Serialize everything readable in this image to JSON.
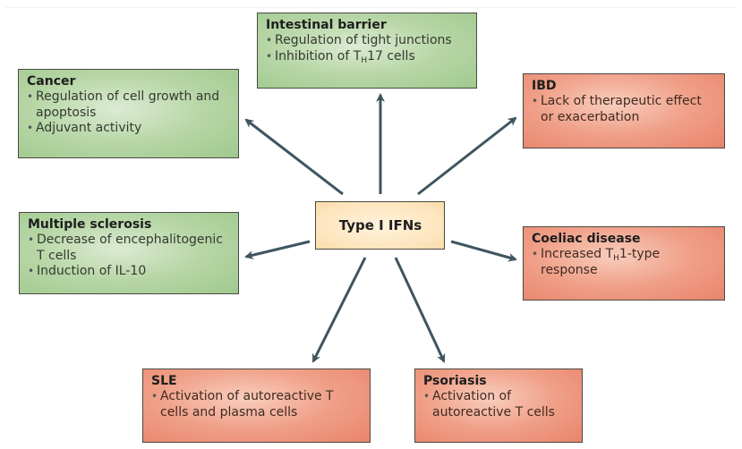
{
  "center": {
    "label": "Type I IFNs"
  },
  "nodes": {
    "intestinal": {
      "title": "Intestinal barrier",
      "effect": "beneficial",
      "items": [
        "Regulation of tight junctions",
        "Inhibition of T",
        "H",
        "17 cells"
      ]
    },
    "cancer": {
      "title": "Cancer",
      "effect": "beneficial",
      "items": [
        "Regulation of cell growth and apoptosis",
        "Adjuvant activity"
      ]
    },
    "ibd": {
      "title": "IBD",
      "effect": "detrimental",
      "items": [
        "Lack of therapeutic effect or exacerbation"
      ]
    },
    "ms": {
      "title": "Multiple sclerosis",
      "effect": "beneficial",
      "items": [
        "Decrease of encephalitogenic T cells",
        "Induction of IL-10"
      ]
    },
    "coeliac": {
      "title": "Coeliac disease",
      "effect": "detrimental",
      "items": [
        "Increased T",
        "H",
        "1-type response"
      ]
    },
    "sle": {
      "title": "SLE",
      "effect": "detrimental",
      "items": [
        "Activation of autoreactive T cells and plasma cells"
      ]
    },
    "psoriasis": {
      "title": "Psoriasis",
      "effect": "detrimental",
      "items": [
        "Activation of autoreactive T cells"
      ]
    }
  },
  "colors": {
    "beneficial": "#b7d6a6",
    "detrimental": "#f0a088",
    "center": "#fde5bd",
    "arrow": "#3f5560",
    "border": "#4a4a44"
  }
}
